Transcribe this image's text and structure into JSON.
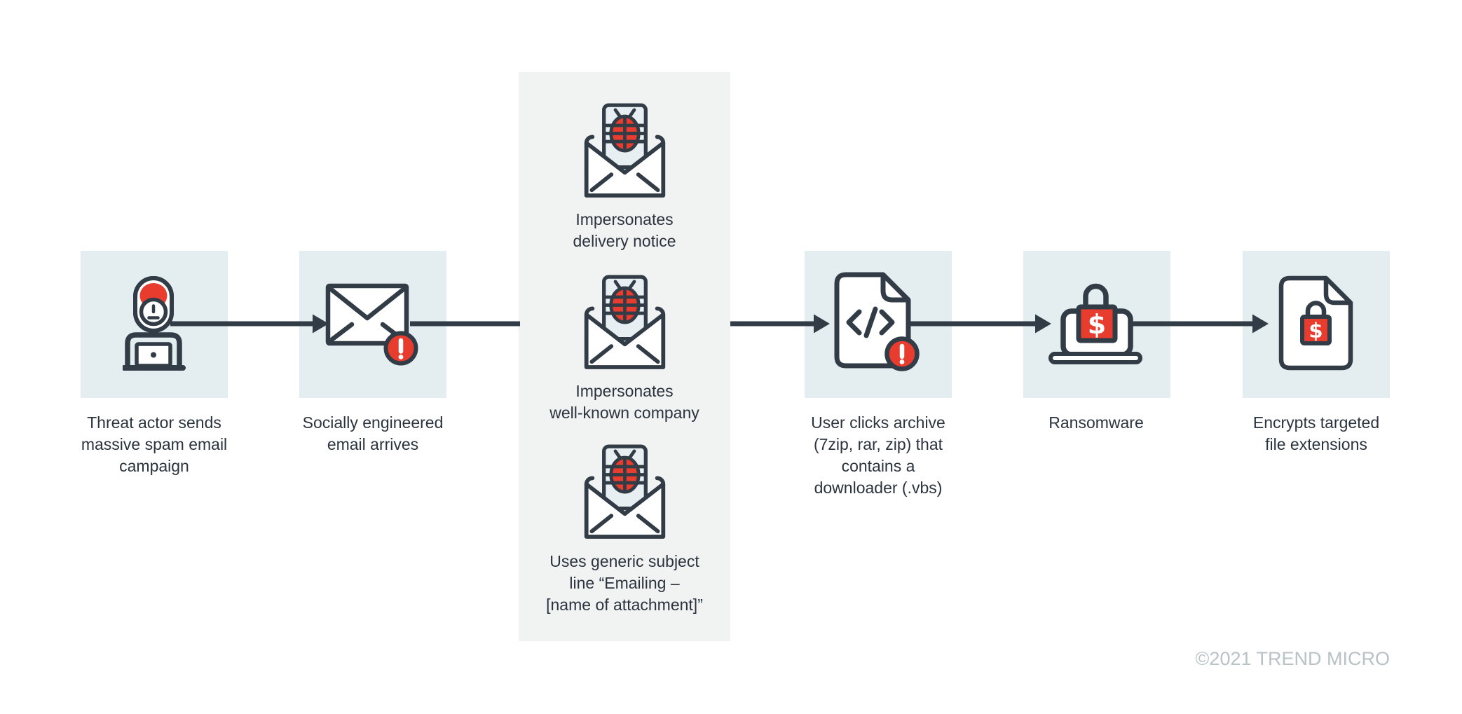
{
  "page": {
    "copyright": "©2021 TREND MICRO"
  },
  "colors": {
    "dark": "#323c46",
    "red": "#e73c2e",
    "panel_background": "#e4edf0",
    "column_background": "#f1f2f2",
    "text": "#2b343e",
    "copyright_text": "#b8c2c7"
  },
  "steps": [
    {
      "id": "threat-actor",
      "icon": "threat-actor-icon",
      "label": "Threat actor sends\nmassive spam email\ncampaign"
    },
    {
      "id": "spam-email",
      "icon": "spam-email-alert-icon",
      "label": "Socially engineered\nemail arrives"
    },
    {
      "id": "archive-download",
      "icon": "code-file-alert-icon",
      "label": "User clicks archive\n(7zip, rar, zip) that\ncontains a\ndownloader (.vbs)"
    },
    {
      "id": "ransomware",
      "icon": "ransomware-laptop-icon",
      "label": "Ransomware"
    },
    {
      "id": "encryption",
      "icon": "encrypted-file-icon",
      "label": "Encrypts targeted\nfile extensions"
    }
  ],
  "email_tactics": [
    {
      "icon": "malware-email-icon",
      "label": "Impersonates\ndelivery notice"
    },
    {
      "icon": "malware-email-icon",
      "label": "Impersonates\nwell-known company"
    },
    {
      "icon": "malware-email-icon",
      "label": "Uses generic subject\nline “Emailing –\n[name of attachment]”"
    }
  ]
}
